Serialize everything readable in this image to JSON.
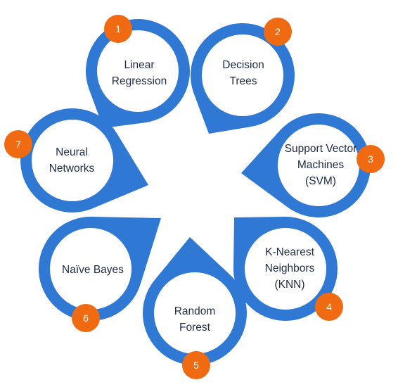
{
  "colors": {
    "petal": "#2f78d4",
    "badge": "#f06a12",
    "text": "#1f2a44",
    "background": "#ffffff"
  },
  "nodes": [
    {
      "number": "1",
      "lines": [
        "Linear",
        "Regression"
      ]
    },
    {
      "number": "2",
      "lines": [
        "Decision",
        "Trees"
      ]
    },
    {
      "number": "3",
      "lines": [
        "Support Vector",
        "Machines",
        "(SVM)"
      ]
    },
    {
      "number": "4",
      "lines": [
        "K-Nearest",
        "Neighbors",
        "(KNN)"
      ]
    },
    {
      "number": "5",
      "lines": [
        "Random",
        "Forest"
      ]
    },
    {
      "number": "6",
      "lines": [
        "Naïve Bayes"
      ]
    },
    {
      "number": "7",
      "lines": [
        "Neural",
        "Networks"
      ]
    }
  ]
}
